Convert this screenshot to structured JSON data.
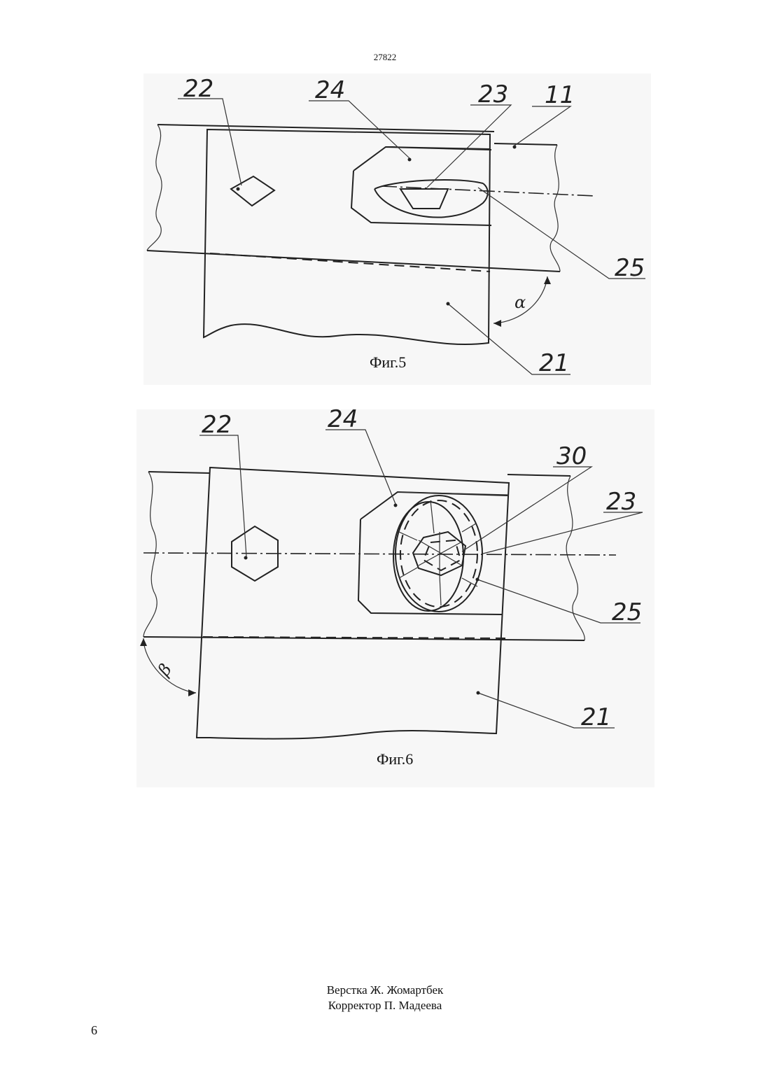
{
  "document": {
    "header_number": "27822",
    "page_number": "6",
    "credits": [
      "Верстка Ж. Жомартбек",
      "Корректор П. Мадеева"
    ]
  },
  "figures": [
    {
      "caption": "Фиг.5",
      "labels": {
        "l22": "22",
        "l24": "24",
        "l23": "23",
        "l11": "11",
        "l25": "25",
        "l21": "21"
      },
      "angle_symbol": "α"
    },
    {
      "caption": "Фиг.6",
      "labels": {
        "l22": "22",
        "l24": "24",
        "l30": "30",
        "l23": "23",
        "l25": "25",
        "l21": "21"
      },
      "angle_symbol": "β"
    }
  ]
}
